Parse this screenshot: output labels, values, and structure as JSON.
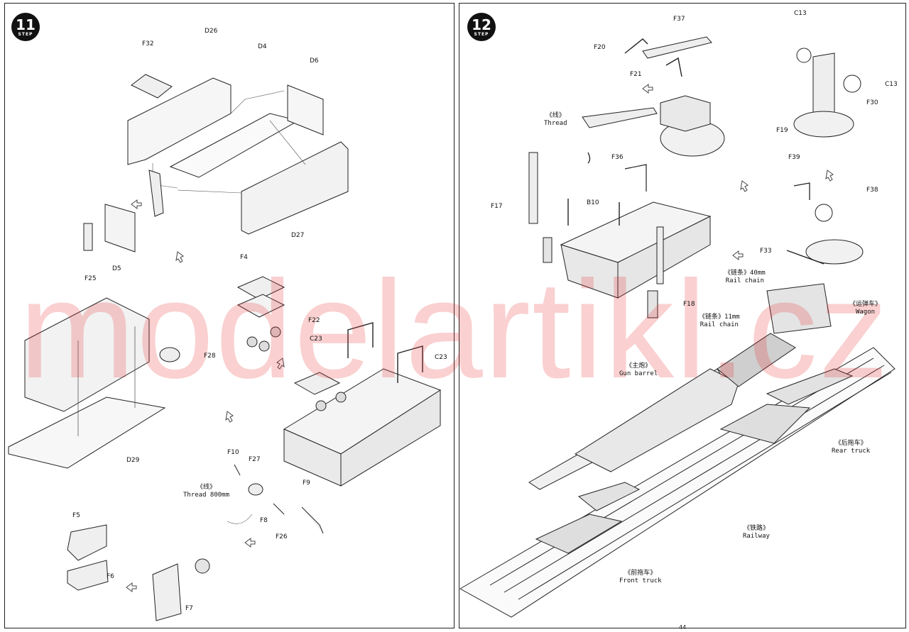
{
  "watermark": "modelartikl.cz",
  "page_number": "44",
  "steps": [
    {
      "number": "11",
      "label": "STEP"
    },
    {
      "number": "12",
      "label": "STEP"
    }
  ],
  "left_labels": {
    "D26": "D26",
    "F32": "F32",
    "D4": "D4",
    "D6": "D6",
    "D27": "D27",
    "F25": "F25",
    "D5": "D5",
    "F4": "F4",
    "F22": "F22",
    "F28": "F28",
    "C23a": "C23",
    "C23b": "C23",
    "D29": "D29",
    "F10": "F10",
    "F27": "F27",
    "F9": "F9",
    "F8": "F8",
    "F26": "F26",
    "F5": "F5",
    "F6": "F6",
    "F7": "F7",
    "thread_cn": "《线》",
    "thread_en": "Thread 800mm"
  },
  "right_labels": {
    "F37": "F37",
    "F20": "F20",
    "F21": "F21",
    "C13a": "C13",
    "C13b": "C13",
    "F30": "F30",
    "F19": "F19",
    "F36": "F36",
    "F39": "F39",
    "F38": "F38",
    "F17": "F17",
    "B10": "B10",
    "F33": "F33",
    "F18": "F18",
    "thread_cn": "《线》",
    "thread_en": "Thread",
    "chain40_cn": "《链条》40mm",
    "chain40_en": "Rail chain",
    "chain11_cn": "《链条》11mm",
    "chain11_en": "Rail chain",
    "wagon_cn": "《运弹车》",
    "wagon_en": "Wagon",
    "barrel_cn": "《主炮》",
    "barrel_en": "Gun barrel",
    "rear_cn": "《后拖车》",
    "rear_en": "Rear truck",
    "rail_cn": "《铁路》",
    "rail_en": "Railway",
    "front_cn": "《前拖车》",
    "front_en": "Front truck"
  }
}
